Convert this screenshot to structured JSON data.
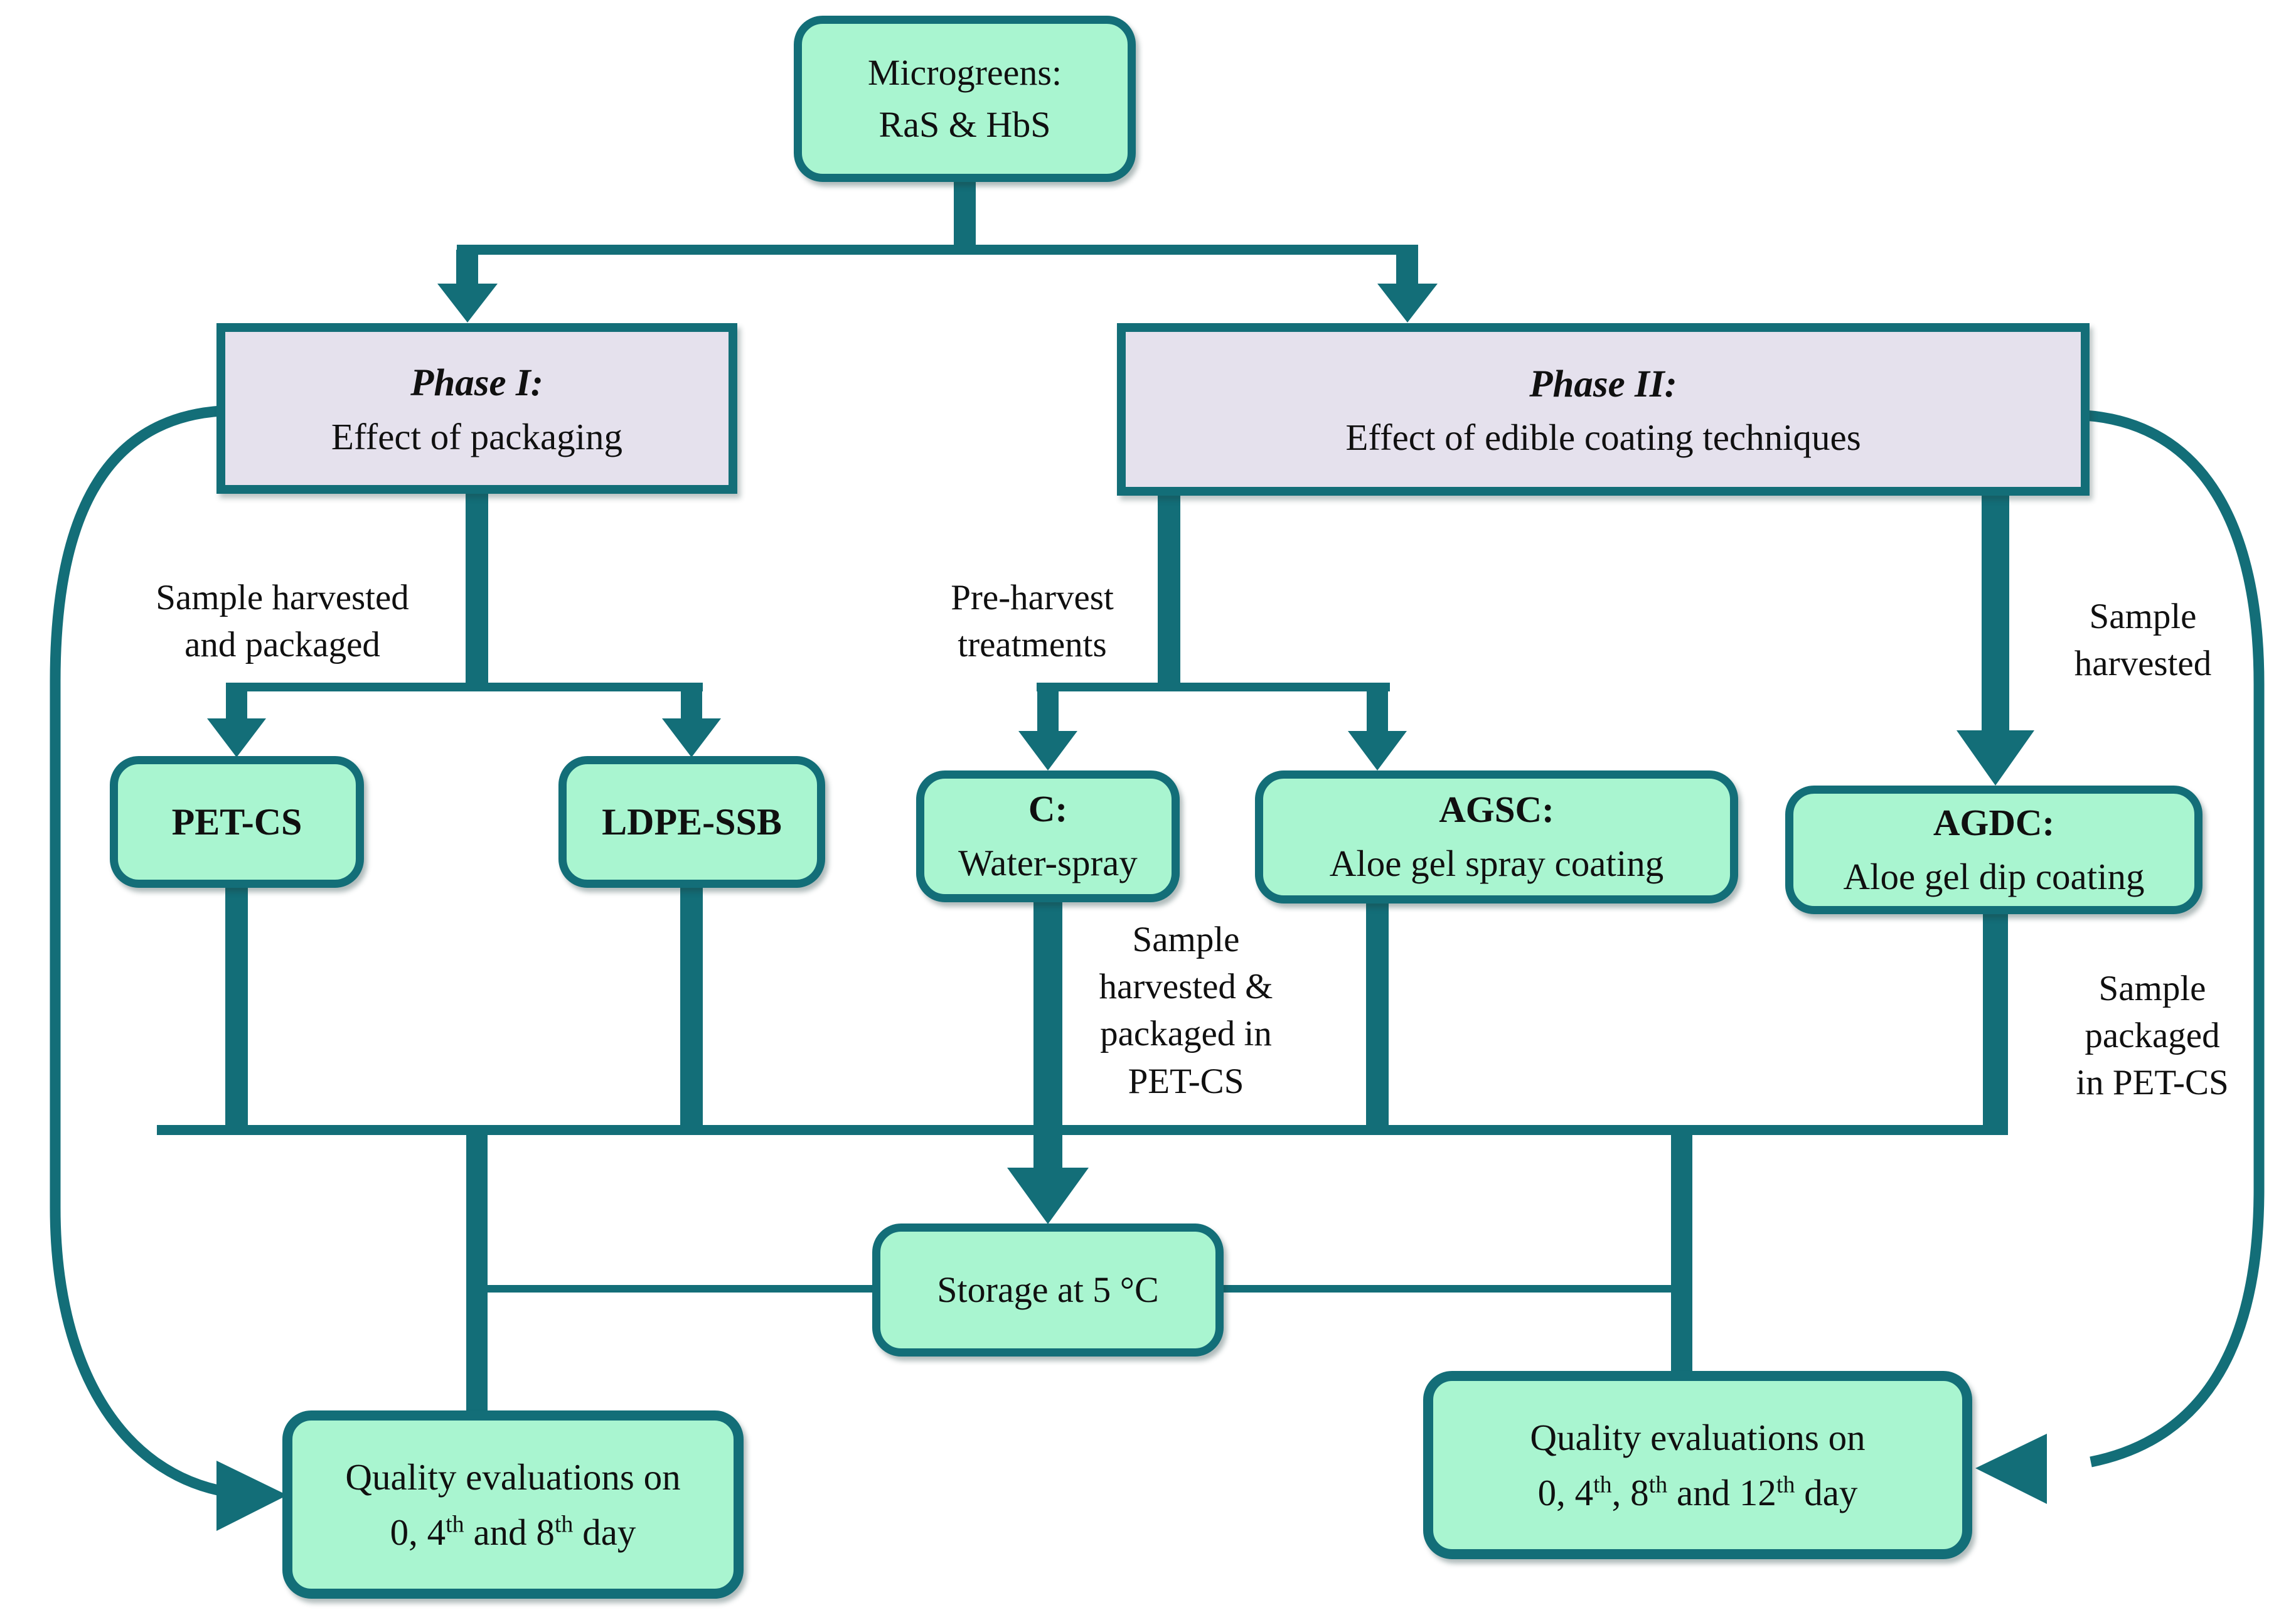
{
  "colors": {
    "accent_teal": "#136E78",
    "node_fill_mint": "#A9F5D0",
    "phase_fill_lavender": "#E5E1ED",
    "text": "#101010"
  },
  "nodes": {
    "microgreens": {
      "line1": "Microgreens:",
      "line2": "RaS & HbS"
    },
    "phase1": {
      "title": "Phase I:",
      "subtitle": "Effect of packaging"
    },
    "phase2": {
      "title": "Phase II:",
      "subtitle": "Effect of edible coating techniques"
    },
    "pet_cs": {
      "label": "PET-CS"
    },
    "ldpe_ssb": {
      "label": "LDPE-SSB"
    },
    "c_water": {
      "code": "C:",
      "desc": "Water-spray"
    },
    "agsc": {
      "code": "AGSC:",
      "desc": "Aloe gel spray coating"
    },
    "agdc": {
      "code": "AGDC:",
      "desc": "Aloe gel dip coating"
    },
    "storage": {
      "label": "Storage at 5 °C"
    },
    "quality_left": {
      "line1": "Quality evaluations on",
      "p1": "0, 4",
      "s1": "th",
      "p2": " and 8",
      "s2": "th",
      "p3": " day"
    },
    "quality_right": {
      "line1": "Quality evaluations on",
      "p1": "0, 4",
      "s1": "th",
      "p2": ", 8",
      "s2": "th",
      "p3": " and 12",
      "s3": "th",
      "p4": " day"
    }
  },
  "labels": {
    "phase1_edge": {
      "line1": "Sample harvested",
      "line2": "and packaged"
    },
    "preharvest": {
      "line1": "Pre-harvest",
      "line2": "treatments"
    },
    "sample_harvested": {
      "line1": "Sample",
      "line2": "harvested"
    },
    "harvest_packaged_pet": {
      "line1": "Sample",
      "line2": "harvested &",
      "line3": "packaged in",
      "line4": "PET-CS"
    },
    "packaged_pet": {
      "line1": "Sample",
      "line2": "packaged",
      "line3": "in PET-CS"
    }
  }
}
